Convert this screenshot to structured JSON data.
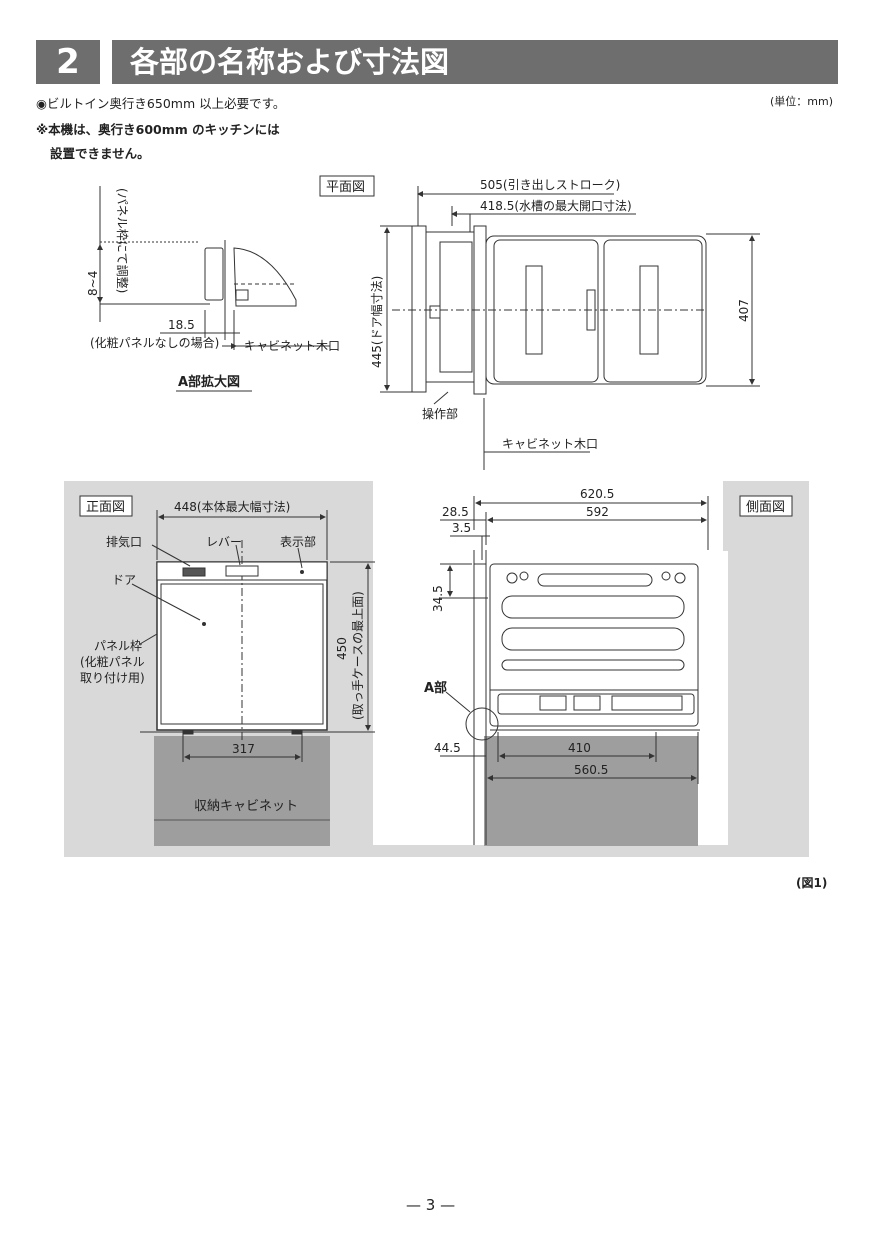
{
  "header": {
    "number": "2",
    "title": "各部の名称および寸法図"
  },
  "notes": {
    "builtin_depth": "◉ビルトイン奥行き650mm 以上必要です。",
    "unit": "(単位：mm)",
    "warning_line1": "※本機は、奥行き600mm のキッチンには",
    "warning_line2": "設置できません。"
  },
  "detail_a": {
    "vertical_label": "(パネル枠にて調整)",
    "dim_8_4": "8~4",
    "dim_18_5": "18.5",
    "no_panel": "(化粧パネルなしの場合)",
    "cabinet_edge": "キャビネット木口",
    "caption": "A部拡大図"
  },
  "plan_view": {
    "title": "平面図",
    "dim_505": "505(引き出しストローク)",
    "dim_418_5": "418.5(水槽の最大開口寸法)",
    "dim_445": "445(ドア幅寸法)",
    "dim_407": "407",
    "operation": "操作部",
    "cabinet_edge": "キャビネット木口"
  },
  "front_view": {
    "title": "正面図",
    "dim_448": "448(本体最大幅寸法)",
    "exhaust": "排気口",
    "lever": "レバー",
    "display": "表示部",
    "door": "ドア",
    "panel_frame_1": "パネル枠",
    "panel_frame_2": "(化粧パネル",
    "panel_frame_3": "取り付け用)",
    "dim_450": "450",
    "dim_450_note": "(取っ手ケースの最上面)",
    "dim_317": "317",
    "cabinet": "収納キャビネット"
  },
  "side_view": {
    "title": "側面図",
    "dim_620_5": "620.5",
    "dim_592": "592",
    "dim_28_5": "28.5",
    "dim_3_5": "3.5",
    "dim_34_5": "34.5",
    "part_a": "A部",
    "dim_44_5": "44.5",
    "dim_410": "410",
    "dim_560_5": "560.5"
  },
  "figure_label": "(図1)",
  "page_number": "— 3 —"
}
